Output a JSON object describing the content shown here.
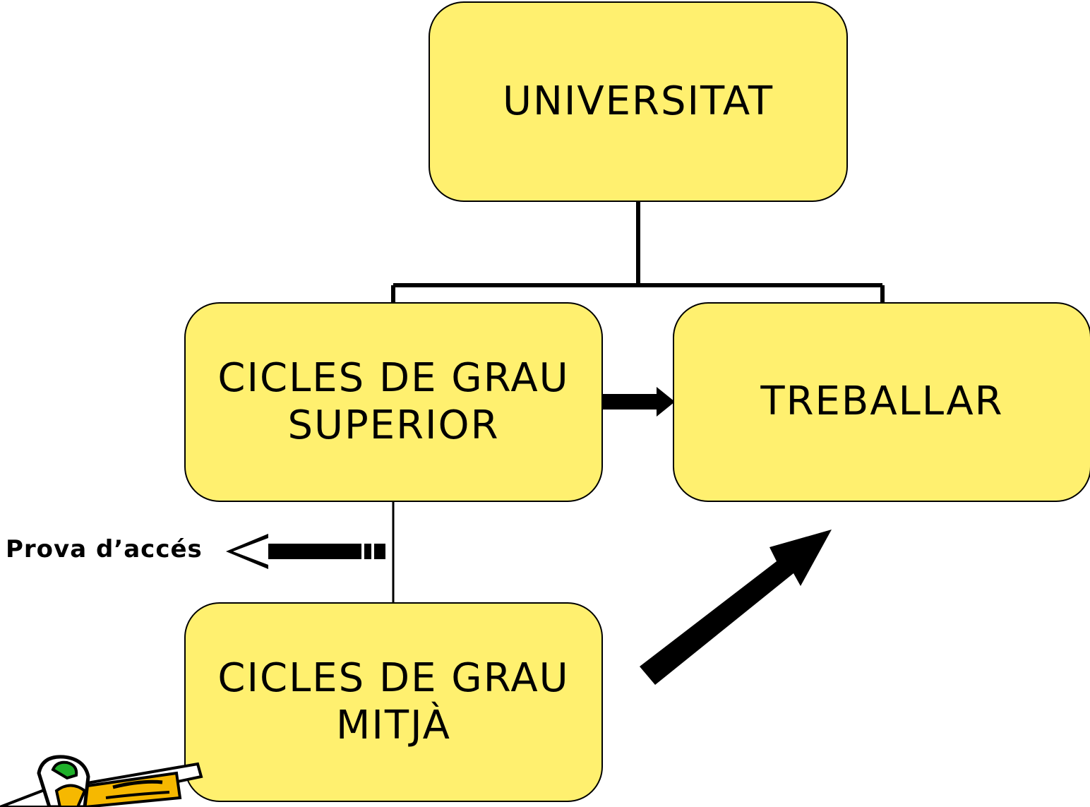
{
  "diagram": {
    "nodes": {
      "universitat": [
        "UNIVERSITAT"
      ],
      "superior": [
        "CICLES DE GRAU",
        "SUPERIOR"
      ],
      "treballar": [
        "TREBALLAR"
      ],
      "mitja": [
        "CICLES DE GRAU",
        "MITJÀ"
      ]
    },
    "edge_label": "Prova d’accés",
    "colors": {
      "box_fill": "#fff06f",
      "stroke": "#000000"
    },
    "icons": {
      "clipart": "pencil-icon"
    }
  }
}
